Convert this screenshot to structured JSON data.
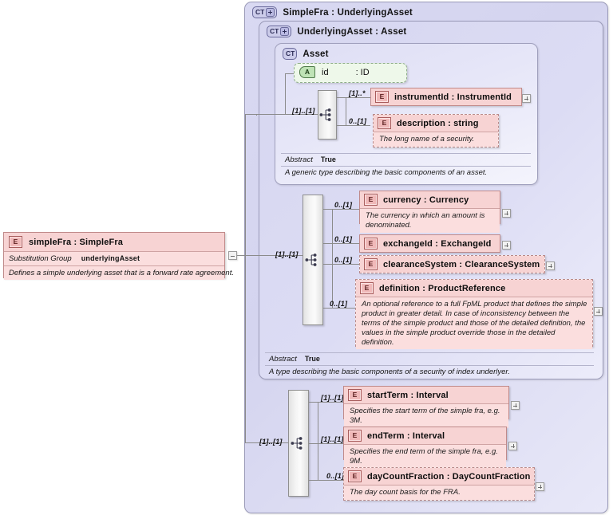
{
  "diagram": {
    "kind": "xsd-schema-diagram",
    "root_element": {
      "icon": "element-icon",
      "label": "simpleFra : SimpleFra",
      "substitution_group_key": "Substitution Group",
      "substitution_group_value": "underlyingAsset",
      "annotation": "Defines a simple underlying asset that is a forward rate agreement.",
      "expander": "minus-expander"
    },
    "containers": [
      {
        "icon": "complextype-expand-icon",
        "title": "SimpleFra : UnderlyingAsset"
      },
      {
        "icon": "complextype-expand-icon",
        "title": "UnderlyingAsset : Asset"
      },
      {
        "icon": "complextype-icon",
        "title": "Asset"
      }
    ],
    "asset": {
      "attribute": {
        "icon": "attribute-icon",
        "name": "id",
        "type": ": ID"
      },
      "compositor": "sequence-compositor",
      "compositor_cardinality": "[1]..[1]",
      "children": [
        {
          "icon": "element-icon",
          "label": "instrumentId : InstrumentId",
          "cardinality": "[1]..*",
          "annotation": "",
          "required": true,
          "expander": "plus-expander"
        },
        {
          "icon": "element-icon",
          "label": "description : string",
          "cardinality": "0..[1]",
          "annotation": "The long name of a security.",
          "required": false,
          "expander": ""
        }
      ],
      "footer": {
        "abstract_key": "Abstract",
        "abstract_value": "True",
        "annotation": "A generic type describing the basic components of an asset."
      }
    },
    "underlying_asset": {
      "compositor": "sequence-compositor",
      "compositor_cardinality": "[1]..[1]",
      "children": [
        {
          "icon": "element-icon",
          "label": "currency : Currency",
          "cardinality": "0..[1]",
          "annotation": "The currency in which an amount is denominated.",
          "required": true,
          "expander": "plus-expander"
        },
        {
          "icon": "element-icon",
          "label": "exchangeId : ExchangeId",
          "cardinality": "0..[1]",
          "annotation": "",
          "required": true,
          "expander": "plus-expander"
        },
        {
          "icon": "element-icon",
          "label": "clearanceSystem : ClearanceSystem",
          "cardinality": "0..[1]",
          "annotation": "",
          "required": false,
          "expander": "plus-expander"
        },
        {
          "icon": "element-icon",
          "label": "definition : ProductReference",
          "cardinality": "0..[1]",
          "annotation": "An optional reference to a full FpML product that defines the simple product in greater detail. In case of inconsistency between the terms of the simple product and those of the detailed definition, the values in the simple product override those in the detailed definition.",
          "required": false,
          "expander": "plus-expander"
        }
      ],
      "footer": {
        "abstract_key": "Abstract",
        "abstract_value": "True",
        "annotation": "A type describing the basic components of a security of index underlyer."
      }
    },
    "simple_fra": {
      "compositor": "sequence-compositor",
      "compositor_cardinality": "[1]..[1]",
      "children": [
        {
          "icon": "element-icon",
          "label": "startTerm : Interval",
          "cardinality": "[1]..[1]",
          "annotation": "Specifies the start term of the simple fra, e.g. 3M.",
          "required": true,
          "expander": "plus-expander"
        },
        {
          "icon": "element-icon",
          "label": "endTerm : Interval",
          "cardinality": "[1]..[1]",
          "annotation": "Specifies the end term of the simple fra, e.g. 9M.",
          "required": true,
          "expander": "plus-expander"
        },
        {
          "icon": "element-icon",
          "label": "dayCountFraction : DayCountFraction",
          "cardinality": "0..[1]",
          "annotation": "The day count basis for the FRA.",
          "required": false,
          "expander": "plus-expander"
        }
      ]
    },
    "icon_glyphs": {
      "element": "E",
      "attribute": "A",
      "complextype": "CT"
    },
    "colors": {
      "container_bg": "#d9d9f2",
      "element_header": "#f7d3d3",
      "element_body": "#fbdede",
      "attribute_bg": "#eef8ea",
      "line": "#8b8b8b"
    }
  }
}
